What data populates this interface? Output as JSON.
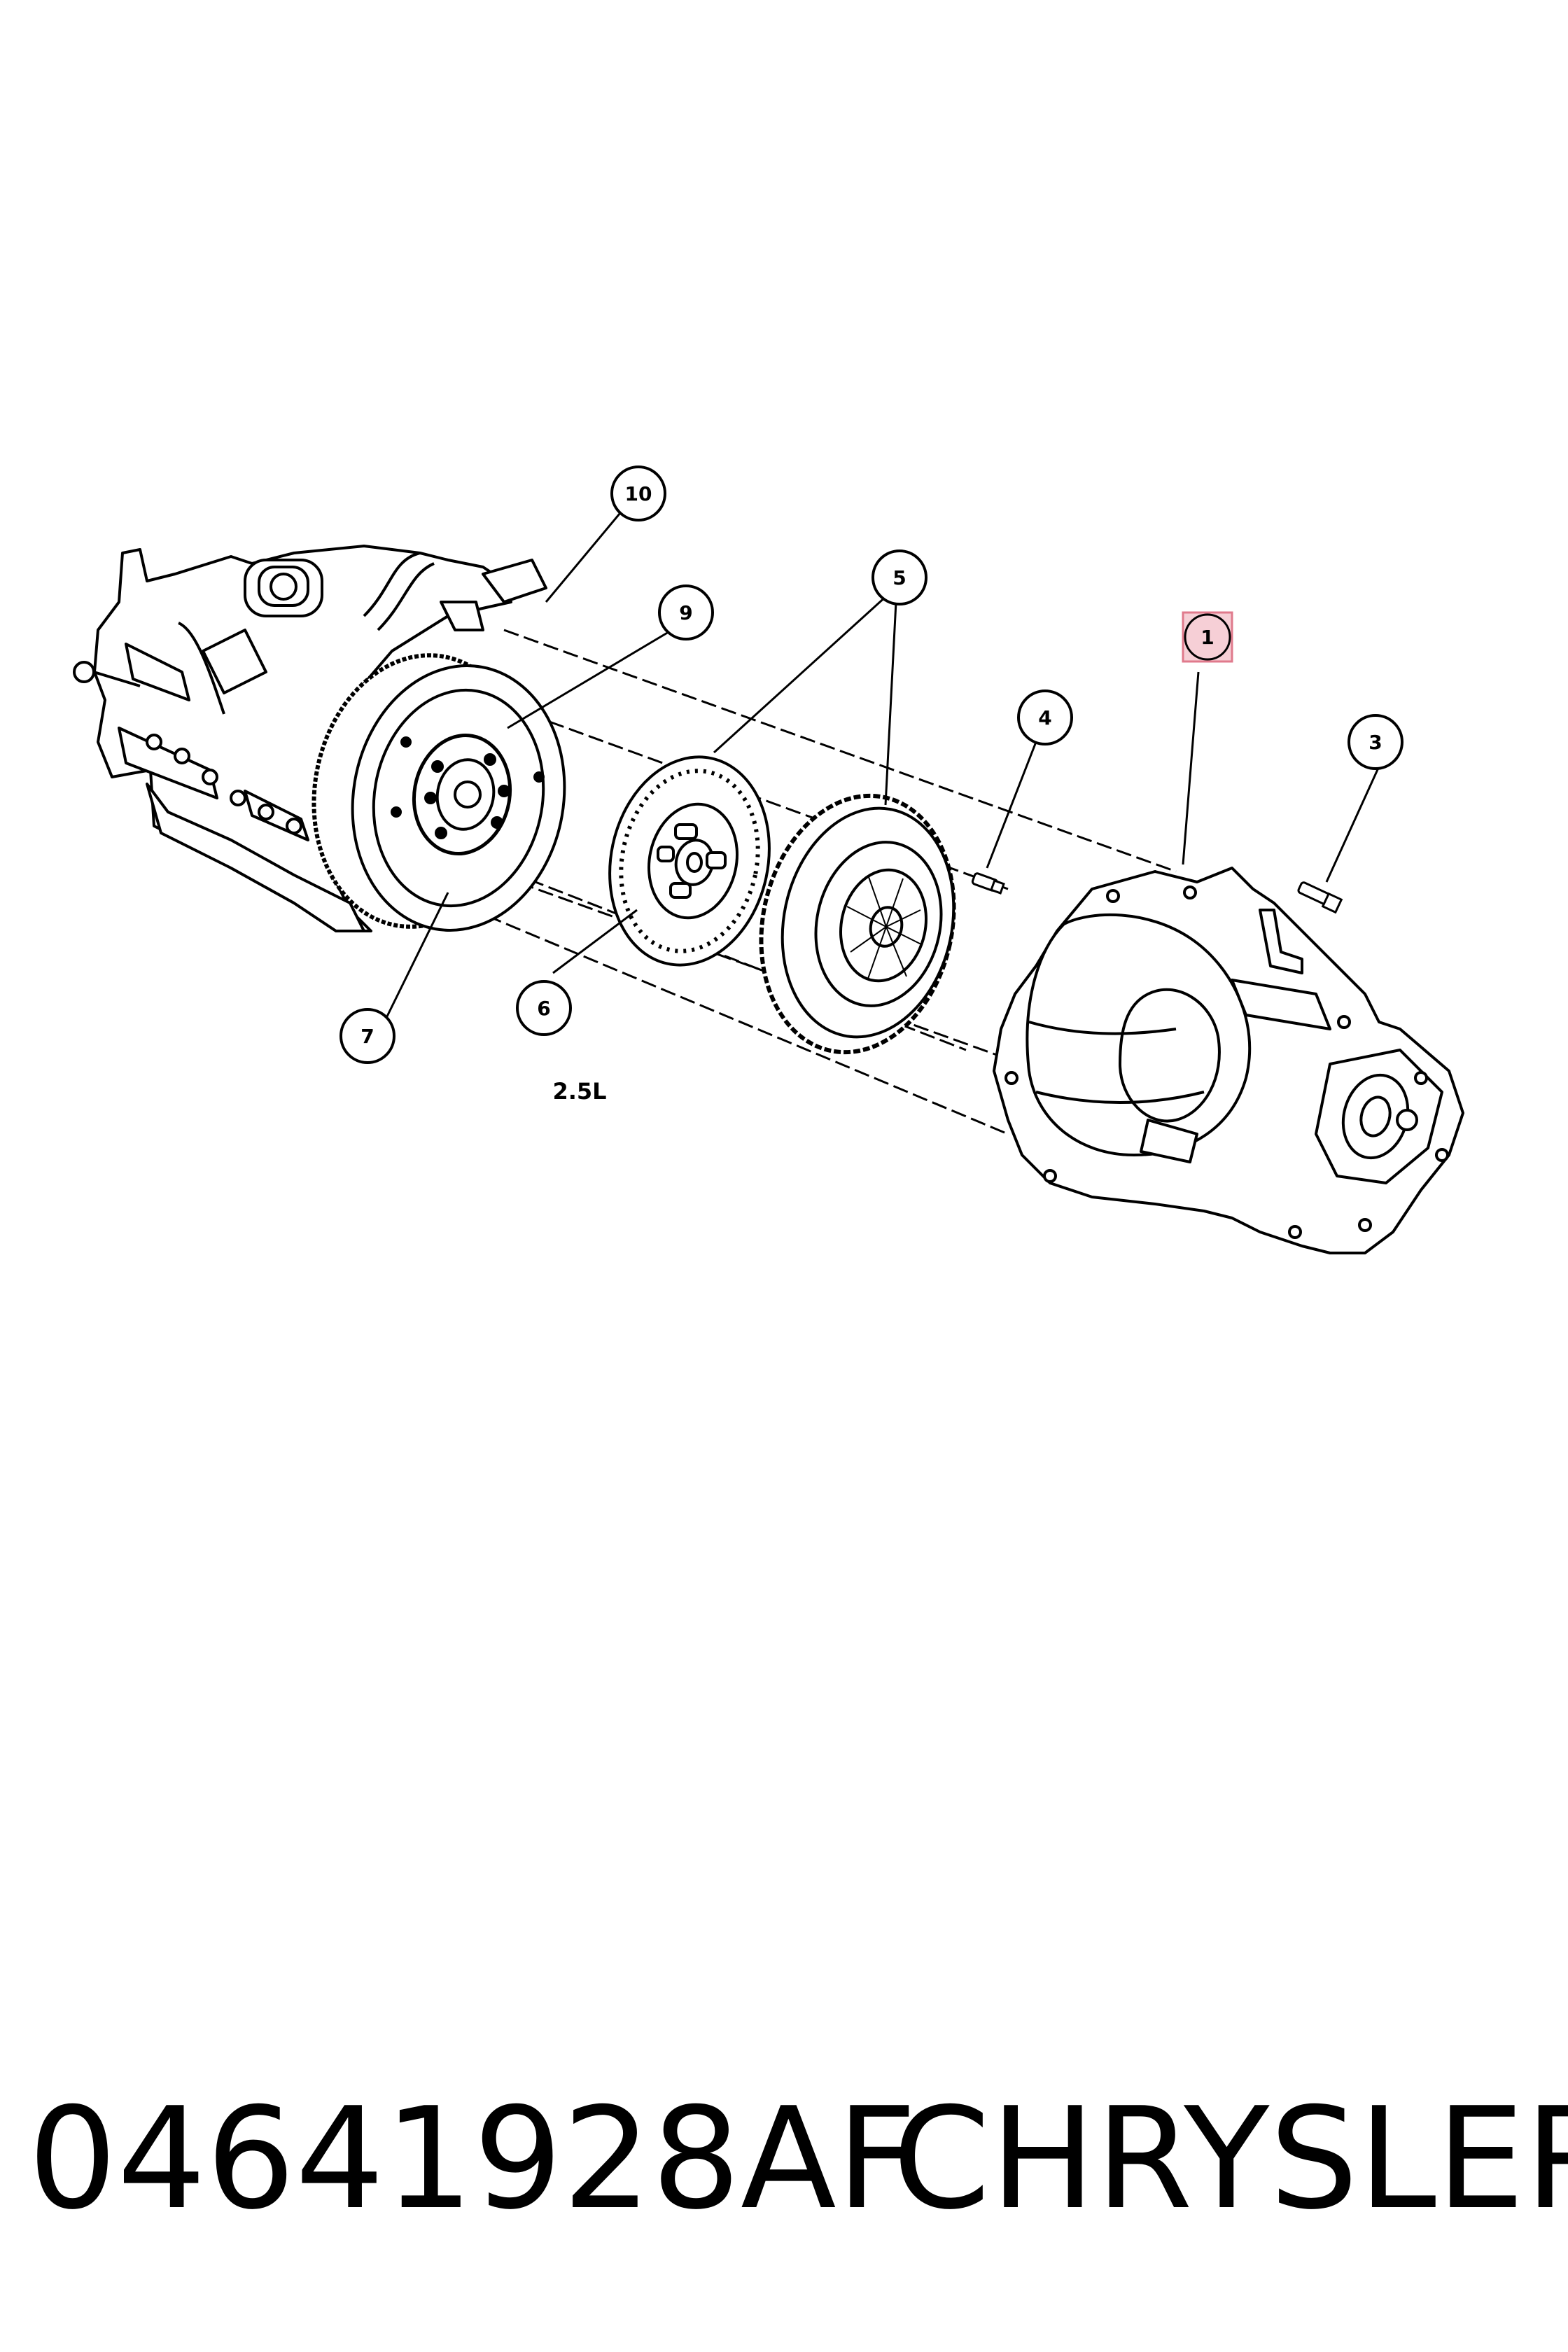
{
  "engine_label": "2.5L",
  "callouts": [
    {
      "id": "1",
      "highlighted": true
    },
    {
      "id": "3",
      "highlighted": false
    },
    {
      "id": "4",
      "highlighted": false
    },
    {
      "id": "5",
      "highlighted": false
    },
    {
      "id": "6",
      "highlighted": false
    },
    {
      "id": "7",
      "highlighted": false
    },
    {
      "id": "9",
      "highlighted": false
    },
    {
      "id": "10",
      "highlighted": false
    }
  ],
  "footer": {
    "part_number": "04641928AF",
    "brand": "CHRYSLER"
  },
  "colors": {
    "line": "#000000",
    "highlight_fill": "#f6cfd6",
    "highlight_stroke": "#e07a8c"
  }
}
